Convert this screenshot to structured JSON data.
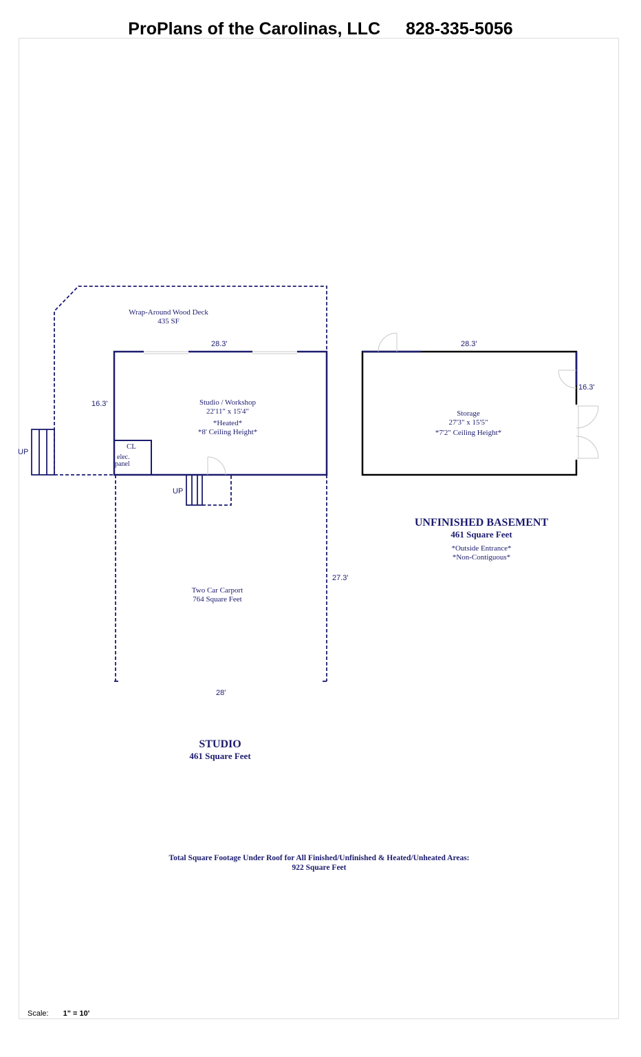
{
  "header": {
    "company": "ProPlans of the Carolinas, LLC",
    "phone": "828-335-5056"
  },
  "studio_level": {
    "deck": {
      "name": "Wrap-Around Wood Deck",
      "area": "435 SF"
    },
    "workshop": {
      "name": "Studio / Workshop",
      "size": "22'11\" x 15'4\"",
      "note1": "*Heated*",
      "note2": "*8' Ceiling Height*"
    },
    "closet": "CL",
    "elec_panel_line1": "elec.",
    "elec_panel_line2": "panel",
    "stairs_up_left": "UP",
    "stairs_up_front": "UP",
    "carport": {
      "name": "Two Car Carport",
      "area": "764 Square Feet"
    },
    "dims": {
      "top": "28.3'",
      "left": "16.3'",
      "carport_right": "27.3'",
      "carport_bottom": "28'"
    },
    "title": "STUDIO",
    "title_area": "461 Square Feet"
  },
  "basement": {
    "storage": {
      "name": "Storage",
      "size": "27'3\" x 15'5\"",
      "note": "*7'2\" Ceiling Height*"
    },
    "dims": {
      "top": "28.3'",
      "right": "16.3'"
    },
    "title": "UNFINISHED BASEMENT",
    "title_area": "461 Square Feet",
    "note1": "*Outside Entrance*",
    "note2": "*Non-Contiguous*"
  },
  "totals": {
    "line1": "Total Square Footage Under Roof for All Finished/Unfinished & Heated/Unheated Areas:",
    "line2": "922 Square Feet"
  },
  "scale": {
    "label": "Scale:",
    "value": "1\" = 10'"
  },
  "colors": {
    "wall": "#1b1b6e",
    "text": "#1b1b6e",
    "door": "#c8c8c8"
  }
}
